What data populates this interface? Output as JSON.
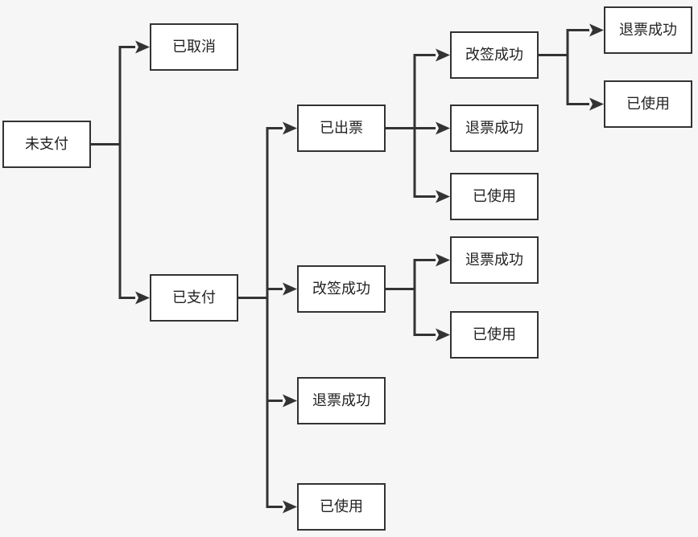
{
  "diagram": {
    "nodes": {
      "unpaid": "未支付",
      "cancelled": "已取消",
      "paid": "已支付",
      "ticketed": "已出票",
      "paid_changed": "改签成功",
      "paid_refunded": "退票成功",
      "paid_used": "已使用",
      "ticketed_changed": "改签成功",
      "ticketed_refunded": "退票成功",
      "ticketed_used": "已使用",
      "ticketed_changed_refunded": "退票成功",
      "ticketed_changed_used": "已使用",
      "paid_changed_refunded": "退票成功",
      "paid_changed_used": "已使用"
    },
    "edges": [
      [
        "unpaid",
        "cancelled"
      ],
      [
        "unpaid",
        "paid"
      ],
      [
        "paid",
        "ticketed"
      ],
      [
        "paid",
        "paid_changed"
      ],
      [
        "paid",
        "paid_refunded"
      ],
      [
        "paid",
        "paid_used"
      ],
      [
        "ticketed",
        "ticketed_changed"
      ],
      [
        "ticketed",
        "ticketed_refunded"
      ],
      [
        "ticketed",
        "ticketed_used"
      ],
      [
        "ticketed_changed",
        "ticketed_changed_refunded"
      ],
      [
        "ticketed_changed",
        "ticketed_changed_used"
      ],
      [
        "paid_changed",
        "paid_changed_refunded"
      ],
      [
        "paid_changed",
        "paid_changed_used"
      ]
    ],
    "colors": {
      "background": "#f6f6f6",
      "box_fill": "#ffffff",
      "stroke": "#333333",
      "text": "#222222"
    }
  }
}
